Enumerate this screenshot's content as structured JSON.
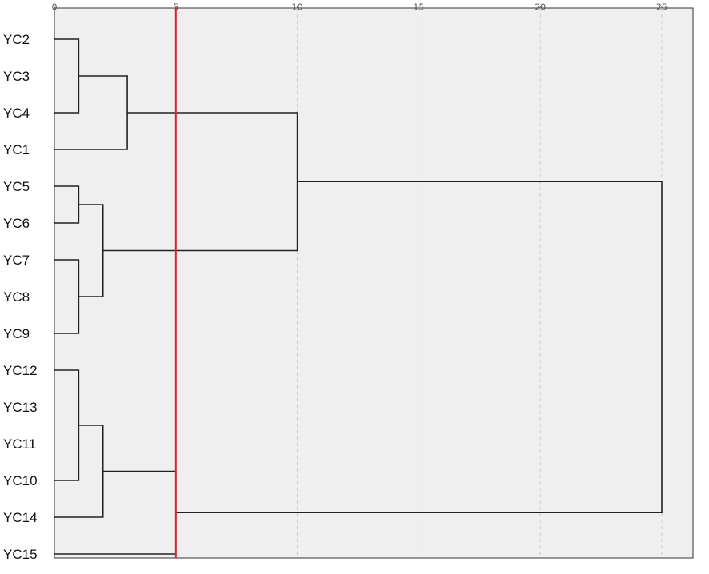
{
  "chart_data": {
    "type": "dendrogram",
    "title": "",
    "xlabel": "",
    "ylabel": "",
    "xlim": [
      0,
      26
    ],
    "x_ticks": [
      0,
      5,
      10,
      15,
      20,
      25
    ],
    "x_tick_labels": [
      "0",
      "5",
      "10",
      "15",
      "20",
      "25"
    ],
    "grid": true,
    "leaves": [
      "YC2",
      "YC3",
      "YC4",
      "YC1",
      "YC5",
      "YC6",
      "YC7",
      "YC8",
      "YC9",
      "YC12",
      "YC13",
      "YC11",
      "YC10",
      "YC14",
      "YC15"
    ],
    "merges": [
      {
        "a": "YC2",
        "b": "YC4",
        "height": 1,
        "id": "m1"
      },
      {
        "a": "m1",
        "b": "YC1",
        "height": 3,
        "id": "m2"
      },
      {
        "a": "YC5",
        "b": "YC6",
        "height": 1,
        "id": "m3"
      },
      {
        "a": "YC7",
        "b": "YC9",
        "height": 1,
        "id": "m4"
      },
      {
        "a": "m3",
        "b": "m4",
        "height": 2,
        "id": "m5"
      },
      {
        "a": "m2",
        "b": "m5",
        "height": 10,
        "id": "m6"
      },
      {
        "a": "YC12",
        "b": "YC10",
        "height": 1,
        "id": "m7"
      },
      {
        "a": "m7",
        "b": "YC14",
        "height": 2,
        "id": "m8"
      },
      {
        "a": "m8",
        "b": "YC15",
        "height": 5,
        "id": "m9"
      },
      {
        "a": "m6",
        "b": "m9",
        "height": 25,
        "id": "m10"
      }
    ],
    "cut_line": {
      "x": 5,
      "color": "#d9262c"
    },
    "colors": {
      "plot_background": "#efefef",
      "links": "#222222",
      "grid": "#c8c8c8"
    }
  }
}
